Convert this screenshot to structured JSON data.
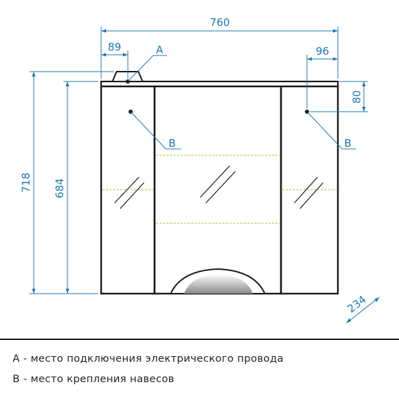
{
  "dimensions": {
    "overall_width": "760",
    "left_offset": "89",
    "right_offset": "96",
    "top_offset": "80",
    "overall_height": "718",
    "body_height": "684",
    "depth": "234"
  },
  "markers": {
    "a": "A",
    "b_left": "B",
    "b_right": "B"
  },
  "legend": {
    "a": "A - место подключения электрического провода",
    "b": "B - место крепления навесов"
  },
  "colors": {
    "dimension": "#1f78b4",
    "outline": "#1a1a1a",
    "shelf_dash": "#9acd32"
  }
}
